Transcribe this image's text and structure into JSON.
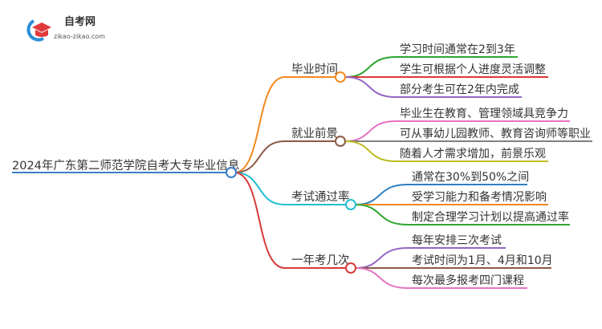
{
  "logo": {
    "title": "自考网",
    "url": "zikao-zikao.com"
  },
  "root": {
    "label": "2024年广东第二师范学院自考大专毕业信息",
    "color": "#3a7dc9"
  },
  "branches": [
    {
      "label": "毕业时间",
      "color": "#f5891f",
      "children": [
        {
          "label": "学习时间通常在2到3年",
          "color": "#2ea52e"
        },
        {
          "label": "学生可根据个人进度灵活调整",
          "color": "#d93a3a"
        },
        {
          "label": "部分考生可在2年内完成",
          "color": "#9466c4"
        }
      ]
    },
    {
      "label": "就业前景",
      "color": "#8c5a48",
      "children": [
        {
          "label": "毕业生在教育、管理领域具竞争力",
          "color": "#e773c3"
        },
        {
          "label": "可从事幼儿园教师、教育咨询师等职业",
          "color": "#808080"
        },
        {
          "label": "随着人才需求增加，前景乐观",
          "color": "#bcbd22"
        }
      ]
    },
    {
      "label": "考试通过率",
      "color": "#1fbfcf",
      "children": [
        {
          "label": "通常在30%到50%之间",
          "color": "#2f7fc0"
        },
        {
          "label": "受学习能力和备考情况影响",
          "color": "#f5891f"
        },
        {
          "label": "制定合理学习计划以提高通过率",
          "color": "#2ea52e"
        }
      ]
    },
    {
      "label": "一年考几次",
      "color": "#d93a3a",
      "children": [
        {
          "label": "每年安排三次考试",
          "color": "#9466c4"
        },
        {
          "label": "考试时间为1月、4月和10月",
          "color": "#8c5a48"
        },
        {
          "label": "每次最多报考四门课程",
          "color": "#e773c3"
        }
      ]
    }
  ]
}
